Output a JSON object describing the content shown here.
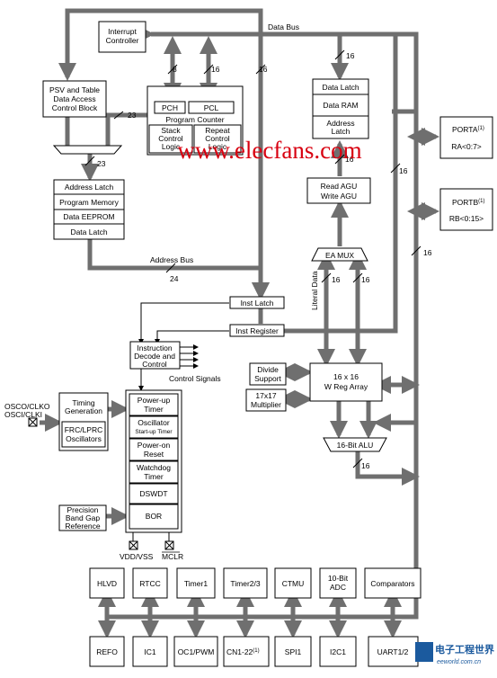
{
  "blocks": {
    "interrupt": [
      "Interrupt",
      "Controller"
    ],
    "psv": [
      "PSV and Table",
      "Data Access",
      "Control Block"
    ],
    "pch": "PCH",
    "pcl": "PCL",
    "program_counter": "Program Counter",
    "stack": [
      "Stack",
      "Control",
      "Logic"
    ],
    "repeat": [
      "Repeat",
      "Control",
      "Logic"
    ],
    "data_latch_top": "Data Latch",
    "data_ram": "Data RAM",
    "address_latch_top": [
      "Address",
      "Latch"
    ],
    "read_agu": "Read AGU",
    "write_agu": "Write AGU",
    "address_latch": "Address Latch",
    "program_memory": "Program Memory",
    "data_eeprom": "Data EEPROM",
    "data_latch": "Data Latch",
    "ea_mux": "EA MUX",
    "inst_latch": "Inst Latch",
    "inst_register": "Inst Register",
    "instruction_decode": [
      "Instruction",
      "Decode and",
      "Control"
    ],
    "divide_support": [
      "Divide",
      "Support"
    ],
    "multiplier": [
      "17x17",
      "Multiplier"
    ],
    "w_reg": [
      "16 x 16",
      "W Reg Array"
    ],
    "alu": "16-Bit ALU",
    "timing": [
      "Timing",
      "Generation"
    ],
    "frc": [
      "FRC/LPRC",
      "Oscillators"
    ],
    "power_up": [
      "Power-up",
      "Timer"
    ],
    "oscillator": [
      "Oscillator",
      "Start-up Timer"
    ],
    "power_on": [
      "Power-on",
      "Reset"
    ],
    "watchdog": [
      "Watchdog",
      "Timer"
    ],
    "dswdt": "DSWDT",
    "bor": "BOR",
    "precision": [
      "Precision",
      "Band Gap",
      "Reference"
    ],
    "porta": {
      "name": "PORTA",
      "sup": "(1)",
      "pins": "RA<0:7>"
    },
    "portb": {
      "name": "PORTB",
      "sup": "(1)",
      "pins": "RB<0:15>"
    }
  },
  "peripherals_top": [
    "HLVD",
    "RTCC",
    "Timer1",
    "Timer2/3",
    "CTMU",
    "10-Bit",
    "ADC",
    "Comparators"
  ],
  "peripherals_bottom": [
    "REFO",
    "IC1",
    "OC1/PWM",
    "CN1-22",
    "(1)",
    "SPI1",
    "I2C1",
    "UART1/2"
  ],
  "labels": {
    "data_bus": "Data Bus",
    "address_bus": "Address Bus",
    "control_signals": "Control Signals",
    "literal_data": "Literal Data",
    "osc_pins": [
      "OSCO/CLKO",
      "OSCI/CLKI"
    ],
    "vdd_vss": "VDD/VSS",
    "mclr": "MCLR"
  },
  "bus_widths": [
    "8",
    "16",
    "16",
    "16",
    "23",
    "23",
    "16",
    "16",
    "16",
    "24",
    "16",
    "16",
    "16"
  ],
  "watermark": "www.elecfans.com",
  "logo": [
    "电子工程世界",
    "eeworld.com.cn"
  ],
  "colors": {
    "bus": "#6f6f6f",
    "watermark": "#d80010",
    "logo": "#1b5a9e"
  }
}
